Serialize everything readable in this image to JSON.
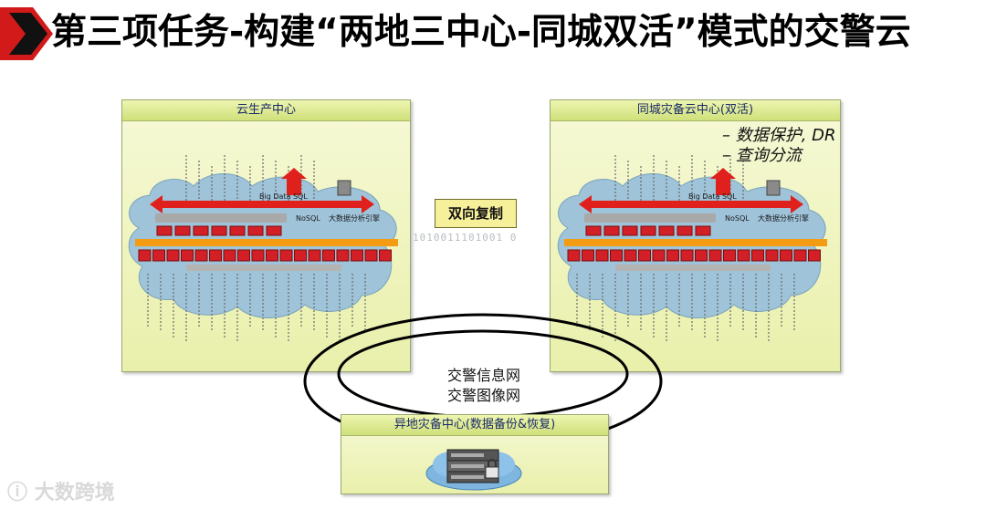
{
  "title": "第三项任务-构建“两地三中心-同城双活”模式的交警云",
  "centers": {
    "production": {
      "header": "云生产中心"
    },
    "disaster_same_city": {
      "header": "同城灾备云中心(双活)",
      "notes": [
        "– 数据保护, DR",
        "– 查询分流"
      ]
    },
    "disaster_remote": {
      "header": "异地灾备中心(数据备份&恢复)"
    }
  },
  "replication": {
    "label": "双向复制",
    "binary": "1010011101001 0"
  },
  "network": {
    "lines": [
      "交警信息网",
      "交警图像网"
    ]
  },
  "cloud_labels": {
    "big_data_sql": "Big Data SQL",
    "nosql": "NoSQL",
    "engine": "大数据分析引擎"
  },
  "watermark": "大数跨境",
  "colors": {
    "title_arrow": "#d21a1a",
    "panel_header_text": "#1a2a6a",
    "red_arrow": "#e0201c",
    "orange_band": "#f39c12",
    "red_block": "#d31f26",
    "cloud_fill": "#9fc3d9"
  }
}
